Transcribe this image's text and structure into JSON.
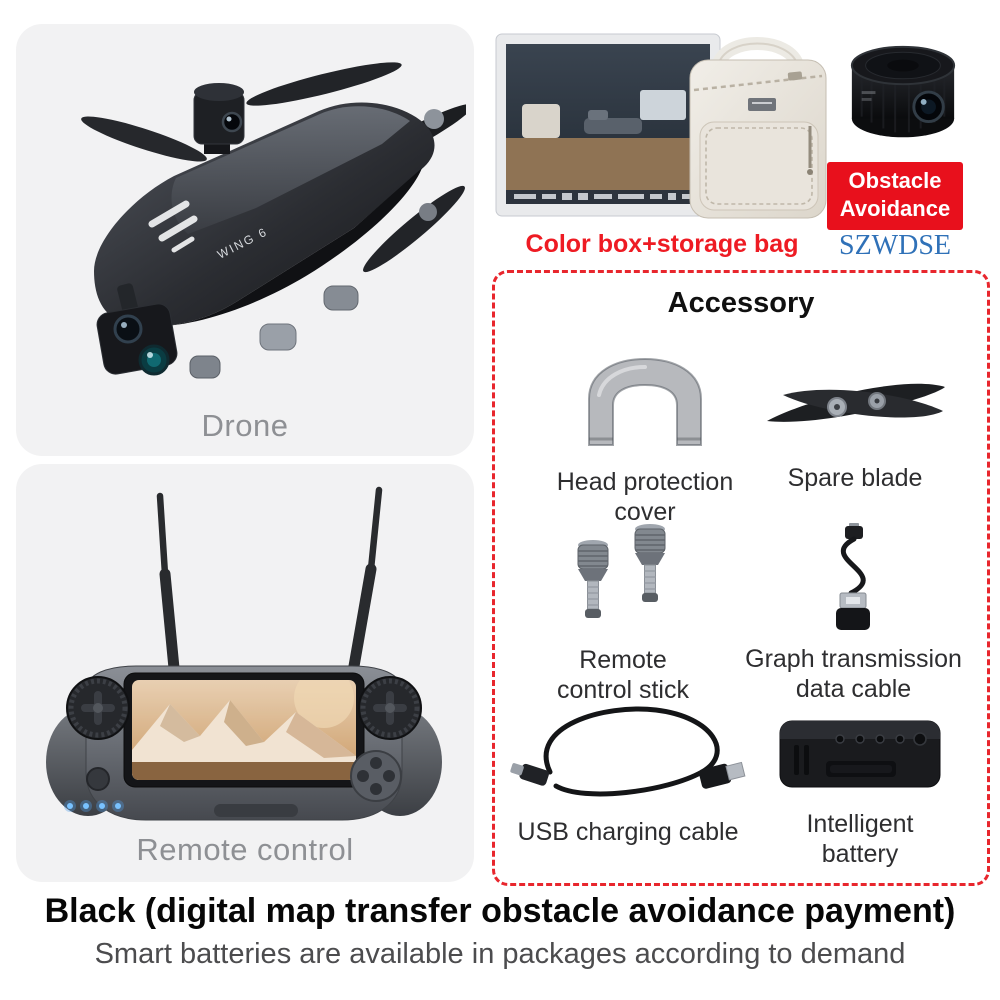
{
  "page": {
    "footer_title": "Black (digital map transfer obstacle avoidance payment)",
    "footer_subtitle": "Smart batteries are available in packages according to demand"
  },
  "drone_panel": {
    "caption": "Drone",
    "body_marking": "WING 6"
  },
  "remote_panel": {
    "caption": "Remote control"
  },
  "package": {
    "caption": "Color box+storage bag"
  },
  "obstacle_module": {
    "badge": "Obstacle\nAvoidance",
    "brand": "SZWDSE"
  },
  "accessory": {
    "title": "Accessory",
    "items": [
      {
        "label": "Head protection cover"
      },
      {
        "label": "Spare blade"
      },
      {
        "label": "Remote control stick"
      },
      {
        "label": "Graph transmission data cable"
      },
      {
        "label": "USB charging cable"
      },
      {
        "label": "Intelligent battery"
      }
    ]
  },
  "colors": {
    "accent_red": "#e8101c",
    "brand_blue": "#2f71b8",
    "panel_gray": "#f2f2f3",
    "caption_gray": "#8e9094"
  }
}
